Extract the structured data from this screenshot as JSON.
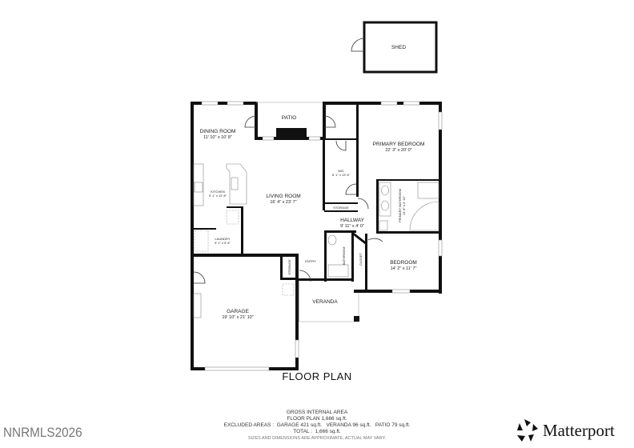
{
  "plan": {
    "title": "FLOOR PLAN",
    "rooms": {
      "shed": {
        "name": "SHED"
      },
      "patio": {
        "name": "PATIO"
      },
      "dining_room": {
        "name": "DINING ROOM",
        "dims": "11' 10\" x 10' 8\""
      },
      "kitchen": {
        "name": "KITCHEN",
        "dims": "9' 1\" x 12' 8\""
      },
      "living_room": {
        "name": "LIVING ROOM",
        "dims": "16' 4\" x 23' 7\""
      },
      "wic": {
        "name": "WIC",
        "dims": "6' 1\" x 13' 6\""
      },
      "primary_bedroom": {
        "name": "PRIMARY BEDROOM",
        "dims": "22' 3\" x 20' 0\""
      },
      "primary_bathroom": {
        "name": "PRIMARY BATHROOM",
        "dims": "11' 8\" x 9' 11\""
      },
      "storage_hall": {
        "name": "STORAGE"
      },
      "hallway": {
        "name": "HALLWAY",
        "dims": "9' 11\" x 4' 0\""
      },
      "laundry": {
        "name": "LAUNDRY",
        "dims": "9' 1\" x 5' 6\""
      },
      "storage_garage": {
        "name": "STORAGE"
      },
      "entry": {
        "name": "ENTRY"
      },
      "bathroom": {
        "name": "BATHROOM"
      },
      "closet": {
        "name": "CLOSET"
      },
      "bedroom": {
        "name": "BEDROOM",
        "dims": "14' 2\" x 11' 7\""
      },
      "garage": {
        "name": "GARAGE",
        "dims": "19' 10\" x 21' 10\""
      },
      "veranda": {
        "name": "VERANDA"
      }
    }
  },
  "footer": {
    "heading": "GROSS INTERNAL AREA",
    "floor_plan": "FLOOR PLAN 1,666 sq.ft.",
    "excluded": "EXCLUDED AREAS :  GARAGE 421 sq.ft.   VERANDA 96 sq.ft.   PATIO 79 sq.ft.",
    "total": "TOTAL :  1,666 sq.ft.",
    "note": "SIZES AND DIMENSIONS ARE APPROXIMATE, ACTUAL MAY VARY."
  },
  "watermark": "NNRMLS2026",
  "brand": {
    "name": "Matterport",
    "icon": "matterport-logo-icon"
  }
}
